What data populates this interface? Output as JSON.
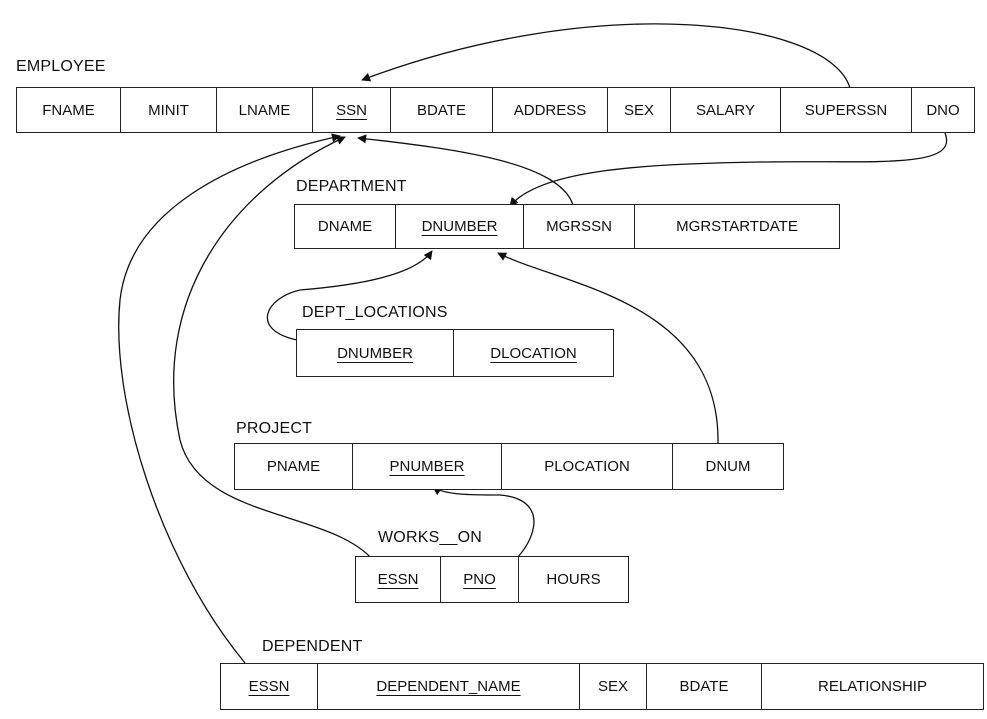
{
  "relations": {
    "employee": {
      "name": "EMPLOYEE",
      "attributes": [
        "FNAME",
        "MINIT",
        "LNAME",
        "SSN",
        "BDATE",
        "ADDRESS",
        "SEX",
        "SALARY",
        "SUPERSSN",
        "DNO"
      ],
      "primary_key": [
        "SSN"
      ]
    },
    "department": {
      "name": "DEPARTMENT",
      "attributes": [
        "DNAME",
        "DNUMBER",
        "MGRSSN",
        "MGRSTARTDATE"
      ],
      "primary_key": [
        "DNUMBER"
      ]
    },
    "dept_locations": {
      "name": "DEPT_LOCATIONS",
      "attributes": [
        "DNUMBER",
        "DLOCATION"
      ],
      "primary_key": [
        "DNUMBER",
        "DLOCATION"
      ]
    },
    "project": {
      "name": "PROJECT",
      "attributes": [
        "PNAME",
        "PNUMBER",
        "PLOCATION",
        "DNUM"
      ],
      "primary_key": [
        "PNUMBER"
      ]
    },
    "works_on": {
      "name": "WORKS__ON",
      "attributes": [
        "ESSN",
        "PNO",
        "HOURS"
      ],
      "primary_key": [
        "ESSN",
        "PNO"
      ]
    },
    "dependent": {
      "name": "DEPENDENT",
      "attributes": [
        "ESSN",
        "DEPENDENT_NAME",
        "SEX",
        "BDATE",
        "RELATIONSHIP"
      ],
      "primary_key": [
        "ESSN",
        "DEPENDENT_NAME"
      ]
    }
  },
  "foreign_keys": [
    {
      "from": "EMPLOYEE.SUPERSSN",
      "to": "EMPLOYEE.SSN"
    },
    {
      "from": "EMPLOYEE.DNO",
      "to": "DEPARTMENT.DNUMBER"
    },
    {
      "from": "DEPARTMENT.MGRSSN",
      "to": "EMPLOYEE.SSN"
    },
    {
      "from": "DEPT_LOCATIONS.DNUMBER",
      "to": "DEPARTMENT.DNUMBER"
    },
    {
      "from": "PROJECT.DNUM",
      "to": "DEPARTMENT.DNUMBER"
    },
    {
      "from": "WORKS__ON.ESSN",
      "to": "EMPLOYEE.SSN"
    },
    {
      "from": "WORKS__ON.PNO",
      "to": "PROJECT.PNUMBER"
    },
    {
      "from": "DEPENDENT.ESSN",
      "to": "EMPLOYEE.SSN"
    }
  ]
}
